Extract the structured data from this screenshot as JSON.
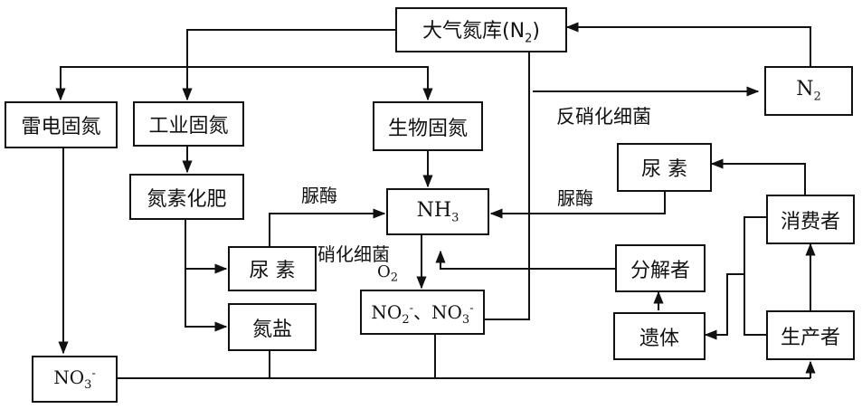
{
  "nodes": {
    "atmosphere": {
      "text": "大气氮库(N",
      "sub": "2",
      "tail": ")"
    },
    "n2_out": {
      "text": "N",
      "sub": "2"
    },
    "lightning": "雷电固氮",
    "industrial": "工业固氮",
    "biological": "生物固氮",
    "fertilizer": "氮素化肥",
    "urea_left": "尿 素",
    "ammonium": "氮盐",
    "nh3": {
      "text": "NH",
      "sub": "3"
    },
    "nitrite_nitrate": {
      "a": "NO",
      "a_sub": "2",
      "a_sup": "-",
      "sep": "、",
      "b": "NO",
      "b_sub": "3",
      "b_sup": "-"
    },
    "no3_left": {
      "text": "NO",
      "sub": "3",
      "sup": "-"
    },
    "urea_right": "尿 素",
    "decomposer": "分解者",
    "remains": "遗体",
    "consumer": "消费者",
    "producer": "生产者"
  },
  "labels": {
    "denitrify": "反硝化细菌",
    "urease_left": "脲酶",
    "urease_right": "脲酶",
    "nitrify": "硝化细菌",
    "o2": {
      "text": "O",
      "sub": "2"
    }
  }
}
